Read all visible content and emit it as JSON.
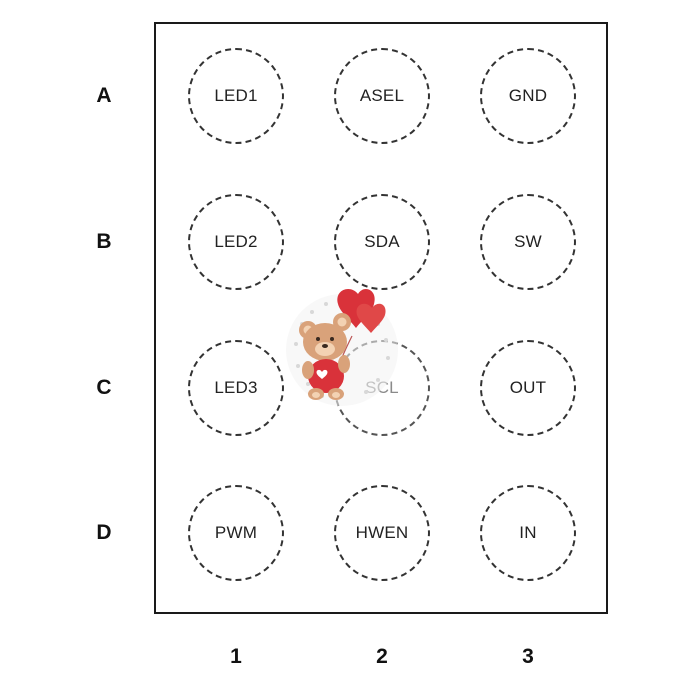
{
  "rows": [
    "A",
    "B",
    "C",
    "D"
  ],
  "columns": [
    "1",
    "2",
    "3"
  ],
  "pins": [
    [
      "LED1",
      "ASEL",
      "GND"
    ],
    [
      "LED2",
      "SDA",
      "SW"
    ],
    [
      "LED3",
      "SCL",
      "OUT"
    ],
    [
      "PWM",
      "HWEN",
      "IN"
    ]
  ],
  "colors": {
    "outline": "#1a1a1a",
    "ball_border": "#333333",
    "text": "#111111",
    "heart": "#d9323a",
    "bear": "#d9a27a"
  },
  "icons": {
    "mascot": "teddy-bear-with-heart-balloon-icon"
  }
}
